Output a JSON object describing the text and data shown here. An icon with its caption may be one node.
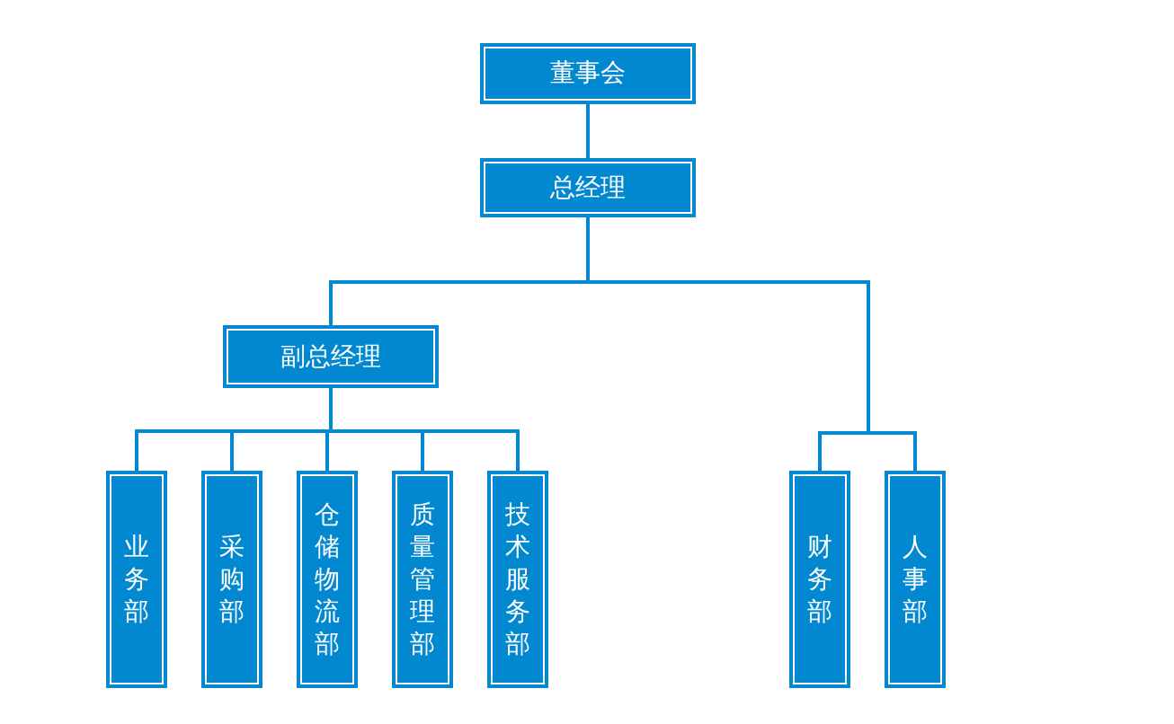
{
  "diagram": {
    "nodes": [
      {
        "text": [
          "董事会"
        ]
      },
      {
        "text": [
          "总经理"
        ]
      },
      {
        "text": [
          "副总经理"
        ]
      },
      {
        "text": [
          "业务部"
        ]
      },
      {
        "text": [
          "采购部"
        ]
      },
      {
        "text": [
          "仓储物流部"
        ]
      },
      {
        "text": [
          "质量管理部"
        ]
      },
      {
        "text": [
          "技术服务部"
        ]
      },
      {
        "text": [
          "财务部"
        ]
      },
      {
        "text": [
          "人事部"
        ]
      }
    ],
    "edges": [
      {
        "from": 0,
        "to": 1,
        "arrow": "none"
      },
      {
        "from": 1,
        "to": 2,
        "arrow": "none"
      },
      {
        "from": 1,
        "to": 8,
        "arrow": "none"
      },
      {
        "from": 1,
        "to": 9,
        "arrow": "none"
      },
      {
        "from": 2,
        "to": 3,
        "arrow": "none"
      },
      {
        "from": 2,
        "to": 4,
        "arrow": "none"
      },
      {
        "from": 2,
        "to": 5,
        "arrow": "none"
      },
      {
        "from": 2,
        "to": 6,
        "arrow": "none"
      },
      {
        "from": 2,
        "to": 7,
        "arrow": "none"
      }
    ]
  }
}
